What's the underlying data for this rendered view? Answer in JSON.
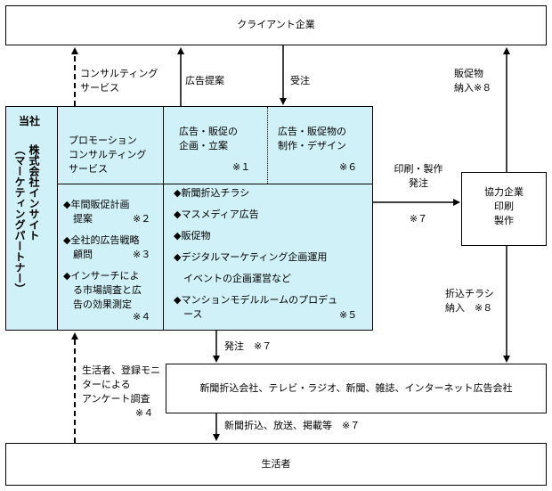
{
  "client": {
    "label": "クライアント企業"
  },
  "consumer": {
    "label": "生活者"
  },
  "arrows": {
    "consulting_service": "コンサルティング\nサービス",
    "ad_proposal": "広告提案",
    "order_received": "受注",
    "promo_delivery": "販促物\n納入※８",
    "print_order": "印刷・製作\n発注",
    "print_order_note": "※７",
    "flyer_delivery": "折込チラシ\n納入　※８",
    "order_to_media": "発注　※７",
    "survey": "生活者、登録モニ\nターによる\nアンケート調査",
    "survey_note": "※４",
    "media_to_consumer": "新聞折込、放送、掲載等　※７"
  },
  "company": {
    "label_top": "当社",
    "label_name": "株式会社インサイト",
    "label_role": "（マーケティングパートナー）"
  },
  "cells": {
    "promo_consulting": "プロモーション\nコンサルティング\nサービス",
    "planning": "広告・販促の\n企画・立案",
    "planning_note": "※１",
    "production": "広告・販促物の\n制作・デザイン",
    "production_note": "※６",
    "annual_plan": "◆年間販促計画\n　提案",
    "annual_plan_note": "※２",
    "strategy": "◆全社的広告戦略\n　顧問",
    "strategy_note": "※３",
    "research": "◆インサーチによ\n　る市場調査と広\n　告の効果測定",
    "research_note": "※４",
    "services": [
      "◆新聞折込チラシ",
      "◆マスメディア広告",
      "◆販促物",
      "◆デジタルマーケティング企画運用",
      "　イベントの企画運営など",
      "◆マンションモデルルームのプロデュ\n　ース"
    ],
    "services_note": "※５"
  },
  "partner": {
    "label": "協力企業\n印刷\n製作"
  },
  "media": {
    "label": "新聞折込会社、テレビ・ラジオ、新聞、雑誌、インターネット広告会社"
  }
}
